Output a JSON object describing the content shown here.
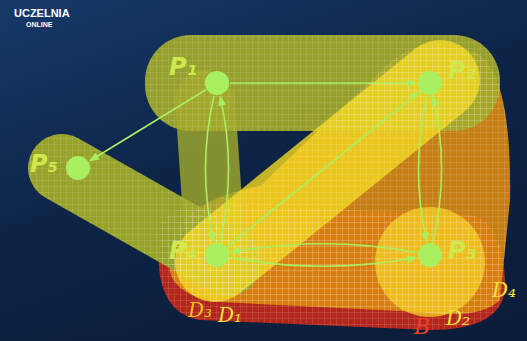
{
  "diagram": {
    "nodes": [
      {
        "text": [
          "P₁"
        ]
      },
      {
        "text": [
          "P₂"
        ]
      },
      {
        "text": [
          "P₅"
        ]
      },
      {
        "text": [
          "P₄"
        ]
      },
      {
        "text": [
          "P₃"
        ]
      }
    ],
    "edges": [
      {
        "from": 0,
        "to": 2,
        "arrow": "to"
      },
      {
        "from": 0,
        "to": 1,
        "arrow": "to"
      },
      {
        "from": 0,
        "to": 3,
        "arrow": "to"
      },
      {
        "from": 3,
        "to": 0,
        "arrow": "to"
      },
      {
        "from": 3,
        "to": 1,
        "arrow": "to"
      },
      {
        "from": 1,
        "to": 4,
        "arrow": "to"
      },
      {
        "from": 4,
        "to": 1,
        "arrow": "to"
      },
      {
        "from": 3,
        "to": 4,
        "arrow": "to"
      },
      {
        "from": 4,
        "to": 3,
        "arrow": "to"
      }
    ],
    "labels": [
      "UCZELNIA",
      "ONLINE",
      "D₃",
      "D₁",
      "B",
      "D₂",
      "D₄"
    ]
  }
}
